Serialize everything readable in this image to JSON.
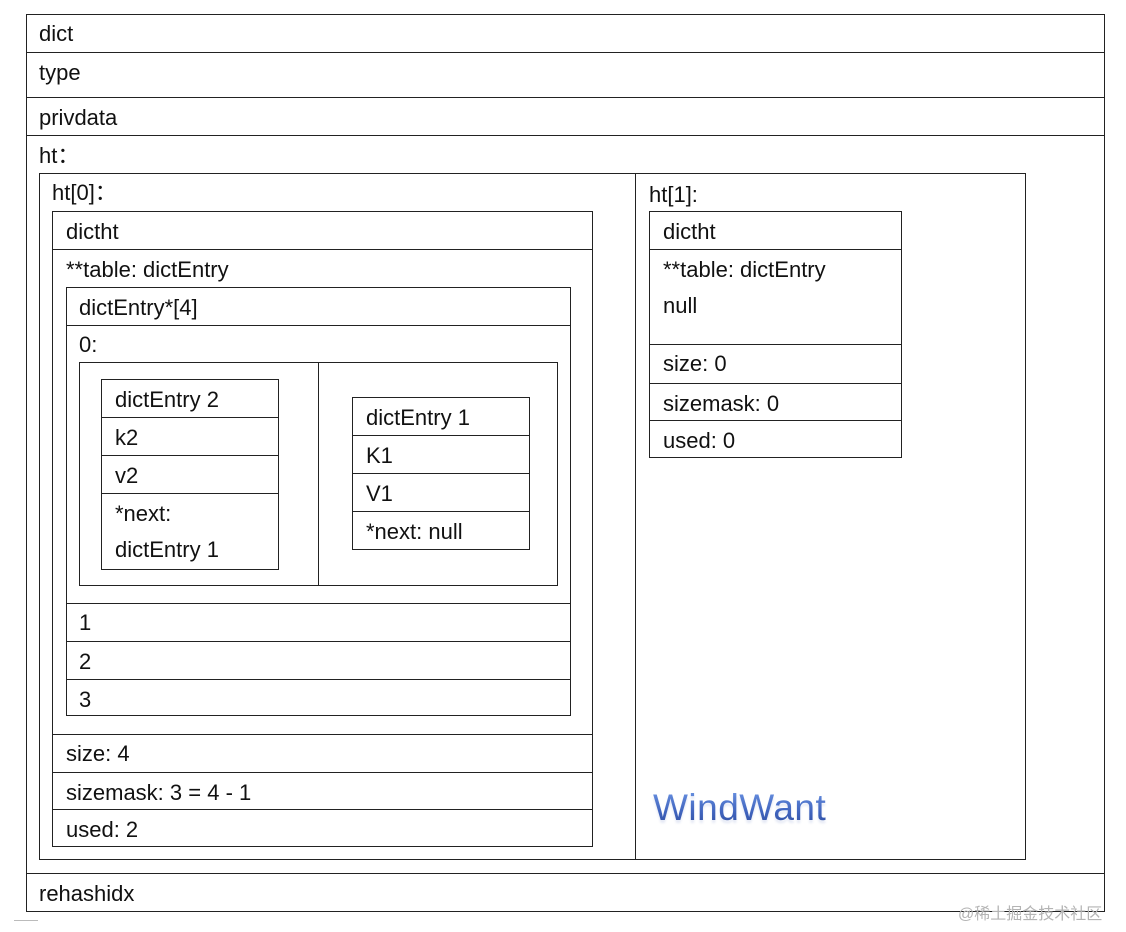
{
  "dict": {
    "label": "dict",
    "type": "type",
    "privdata": "privdata",
    "ht": "ht：",
    "rehashidx": "rehashidx"
  },
  "ht0": {
    "label": "ht[0]：",
    "dictht": "dictht",
    "table": "**table: dictEntry",
    "array_label": "dictEntry*[4]",
    "bucket0": "0:",
    "entry2": {
      "title": "dictEntry 2",
      "key": "k2",
      "value": "v2",
      "next_line1": "*next:",
      "next_line2": "dictEntry 1"
    },
    "entry1": {
      "title": "dictEntry 1",
      "key": "K1",
      "value": "V1",
      "next": "*next: null"
    },
    "bucket1": "1",
    "bucket2": "2",
    "bucket3": "3",
    "size": "size: 4",
    "sizemask": "sizemask: 3 = 4 - 1",
    "used": "used: 2"
  },
  "ht1": {
    "label": "ht[1]:",
    "dictht": "dictht",
    "table": "**table: dictEntry",
    "null": "null",
    "size": "size: 0",
    "sizemask": "sizemask: 0",
    "used": "used: 0"
  },
  "logo": "WindWant",
  "watermark": "@稀土掘金技术社区",
  "colors": {
    "line": "#222222",
    "logo": "#4a6fc8",
    "watermark": "#b4b4b4"
  }
}
